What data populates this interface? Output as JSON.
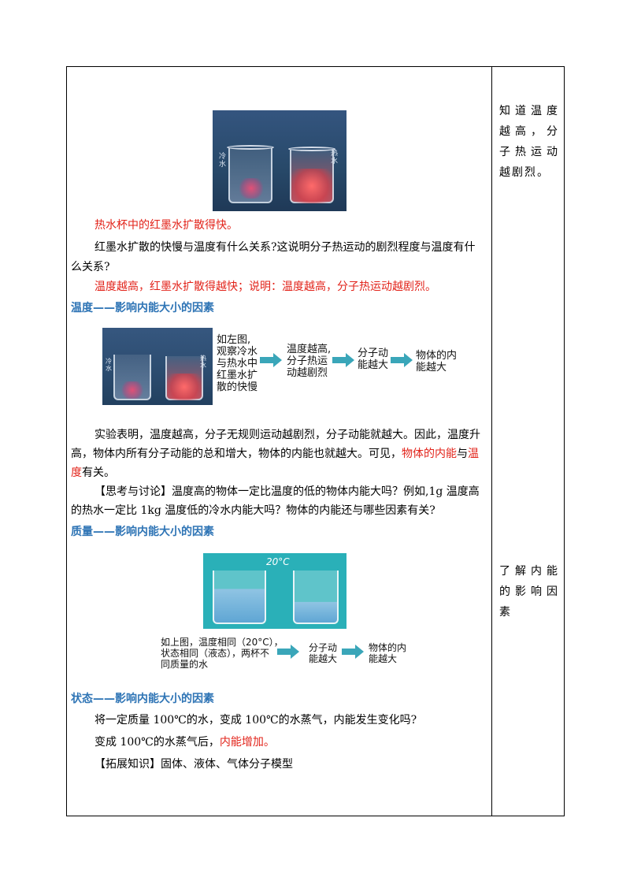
{
  "side_notes": {
    "note1": "知道温度越高，分子热运动越剧烈。",
    "note2": "了解内能的影响因素"
  },
  "photo1": {
    "cold_label": "冷水",
    "hot_label": "热水"
  },
  "lines": {
    "l1": "热水杯中的红墨水扩散得快。",
    "l2": "红墨水扩散的快慢与温度有什么关系?这说明分子热运动的剧烈程度与温度有什",
    "l3": "么关系?",
    "l4": "温度越高，红墨水扩散得越快；说明：温度越高，分子热运动越剧烈。",
    "h1": "温度——影响内能大小的因素",
    "l5": "实验表明，温度越高，分子无规则运动越剧烈，分子动能就越大。因此，温度升",
    "l6a": "高，物体内所有分子动能的总和增大，物体的内能也就越大。可见，",
    "l6b": "物体的内能",
    "l6c": "与",
    "l6d": "温",
    "l7a": "度",
    "l7b": "有关。",
    "l8": "【思考与讨论】温度高的物体一定比温度的低的物体内能大吗？例如,1g 温度高",
    "l9": "的热水一定比 1kg 温度低的冷水内能大吗？物体的内能还与哪些因素有关?",
    "h2": "质量——影响内能大小的因素",
    "h3": "状态——影响内能大小的因素",
    "l10": "将一定质量 100℃的水，变成 100℃的水蒸气，内能发生变化吗?",
    "l11a": "变成 100℃的水蒸气后，",
    "l11b": "内能增加。",
    "l12": "【拓展知识】固体、液体、气体分子模型"
  },
  "flow1": {
    "box1": [
      "如左图,",
      "观察冷水",
      "与热水中",
      "红墨水扩",
      "散的快慢"
    ],
    "box2": [
      "温度越高,",
      "分子热运",
      "动越剧烈"
    ],
    "box3": [
      "分子动",
      "能越大"
    ],
    "box4": [
      "物体的内",
      "能越大"
    ],
    "cold_label": "冷水",
    "hot_label": "热水"
  },
  "figure2": {
    "temp_label": "20°C"
  },
  "flow2": {
    "box1": [
      "如上图，温度相同（20°C），",
      "状态相同（液态），两杯不",
      "同质量的水"
    ],
    "box2": [
      "分子动",
      "能越大"
    ],
    "box3": [
      "物体的内",
      "能越大"
    ]
  },
  "colors": {
    "accent_red": "#e2231a",
    "heading_blue": "#2e74b5",
    "arrow_teal": "#3aa6b9"
  }
}
